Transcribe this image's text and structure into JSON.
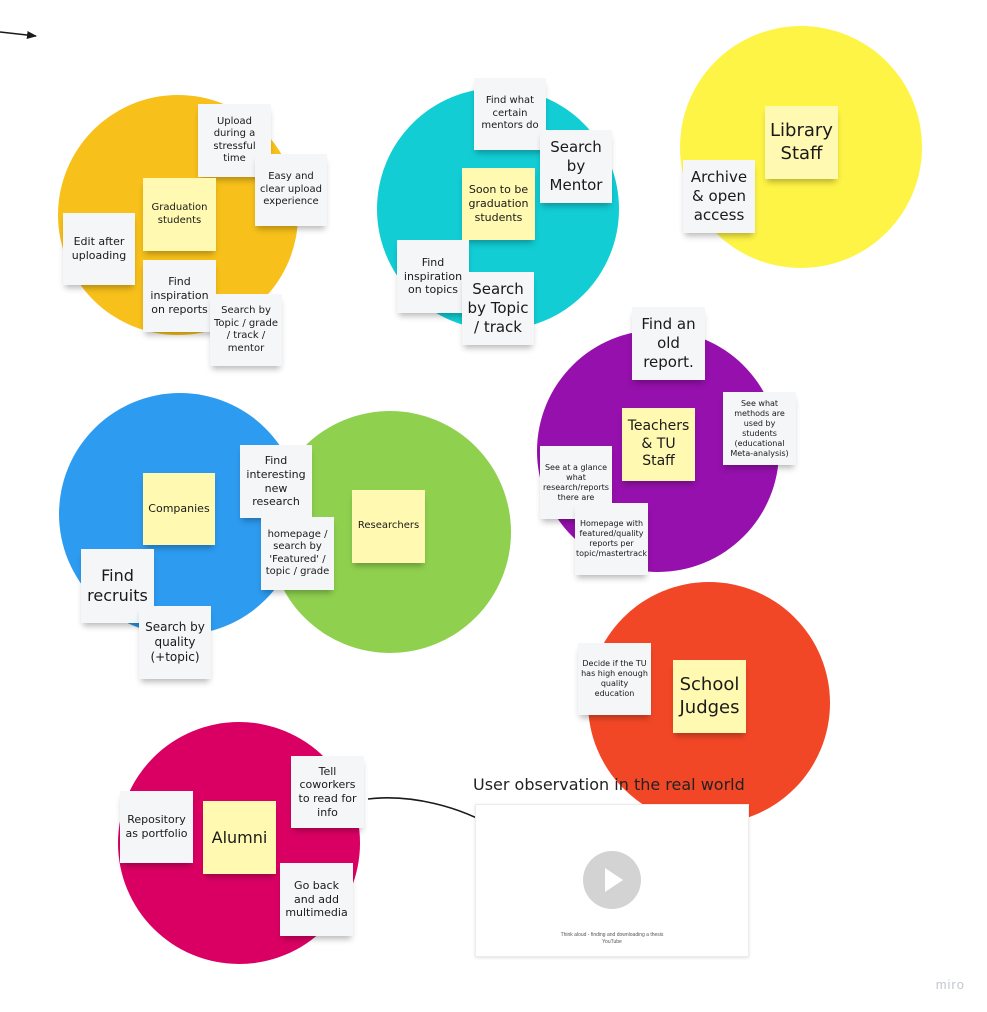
{
  "colors": {
    "graduation": "#f7c01a",
    "mentor": "#12cdd4",
    "library": "#fef445",
    "teachers": "#9510ac",
    "companies": "#2d9bf0",
    "researchers": "#8fd14f",
    "judges": "#f24726",
    "alumni": "#da0063",
    "sticky_white": "#f5f6f8",
    "sticky_yellow": "#fff9b1"
  },
  "clusters": {
    "graduation": {
      "persona": "Graduation students",
      "notes": [
        "Upload during a stressful time",
        "Easy and clear upload experience",
        "Edit after uploading",
        "Find inspiration on reports",
        "Search by Topic / grade / track / mentor"
      ]
    },
    "mentor": {
      "persona": "Soon to be graduation students",
      "notes": [
        "Find what certain mentors do",
        "Search by Mentor",
        "Find inspiration on topics",
        "Search by Topic / track"
      ]
    },
    "library": {
      "persona": "Library Staff",
      "notes": [
        "Archive & open access"
      ]
    },
    "teachers": {
      "persona": "Teachers & TU Staff",
      "notes": [
        "Find an old report.",
        "See what methods are used by students (educational Meta-analysis)",
        "See at a glance what research/reports there are",
        "Homepage with featured/quality reports per topic/mastertrack"
      ]
    },
    "companies": {
      "persona": "Companies",
      "notes": [
        "Find recruits",
        "Search by quality (+topic)"
      ]
    },
    "shared": {
      "notes": [
        "Find interesting new research",
        "homepage / search by 'Featured' / topic / grade"
      ]
    },
    "researchers": {
      "persona": "Researchers"
    },
    "judges": {
      "persona": "School Judges",
      "notes": [
        "Decide if the TU has high enough quality education"
      ]
    },
    "alumni": {
      "persona": "Alumni",
      "notes": [
        "Repository as portfolio",
        "Tell coworkers to read for info",
        "Go back and add multimedia"
      ]
    }
  },
  "video": {
    "title": "User observation in the real world",
    "caption_line1": "Think aloud - finding and downloading a thesis",
    "caption_line2": "YouTube"
  },
  "branding": {
    "logo": "miro"
  }
}
